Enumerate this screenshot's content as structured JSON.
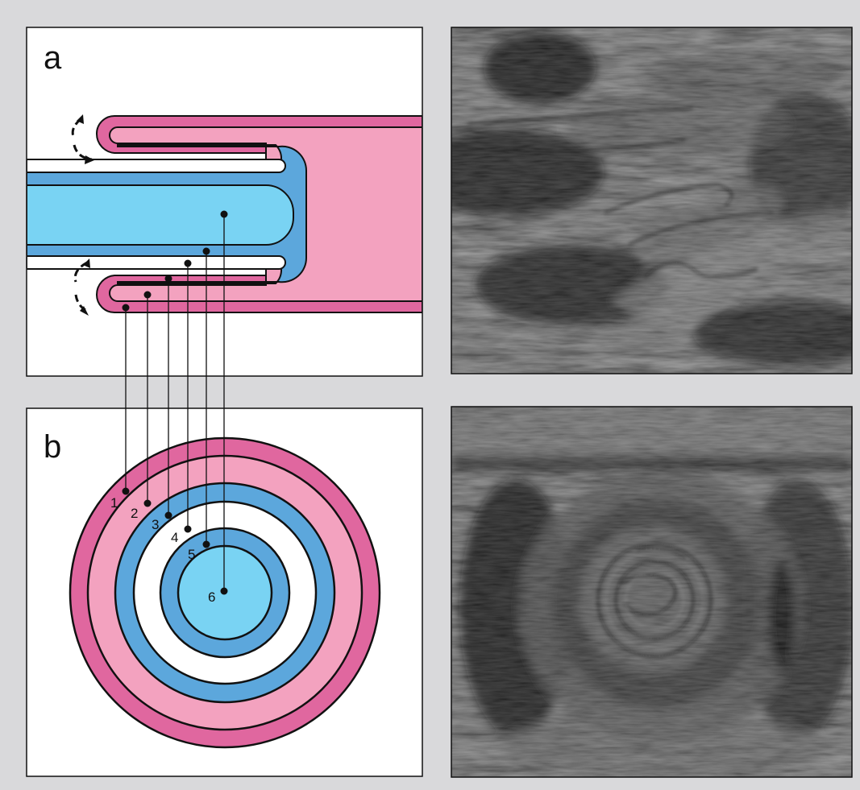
{
  "figure": {
    "panel_a": {
      "label": "a"
    },
    "panel_b": {
      "label": "b"
    },
    "layers": [
      {
        "id": 1,
        "label": "1",
        "color": "#e0679f"
      },
      {
        "id": 2,
        "label": "2",
        "color": "#f3a2bf"
      },
      {
        "id": 3,
        "label": "3",
        "color": "#5ca7dc"
      },
      {
        "id": 4,
        "label": "4",
        "color": "#ffffff"
      },
      {
        "id": 5,
        "label": "5",
        "color": "#5ca7dc"
      },
      {
        "id": 6,
        "label": "6",
        "color": "#79d3f3"
      }
    ],
    "colors": {
      "background": "#d9d9db",
      "outline": "#111111",
      "ultrasound_dark": "#1c1c1c",
      "ultrasound_light": "#8a8a8a"
    }
  }
}
